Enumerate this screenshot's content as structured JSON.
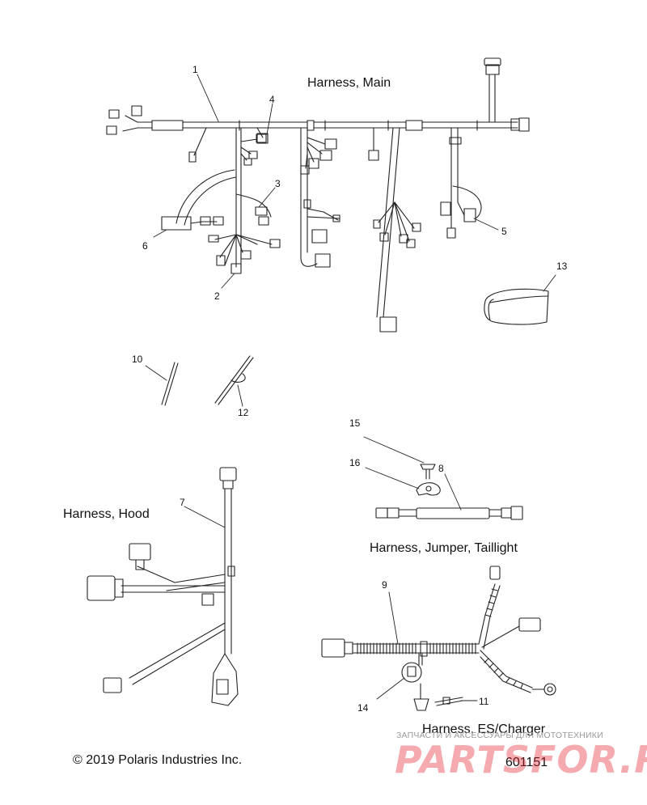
{
  "diagram": {
    "sections": {
      "main": "Harness, Main",
      "hood": "Harness, Hood",
      "jumper": "Harness, Jumper, Taillight",
      "charger": "Harness, ES/Charger"
    },
    "callouts": {
      "c1": "1",
      "c2": "2",
      "c3": "3",
      "c4": "4",
      "c5": "5",
      "c6": "6",
      "c7": "7",
      "c8": "8",
      "c9": "9",
      "c10": "10",
      "c11": "11",
      "c12": "12",
      "c13": "13",
      "c14": "14",
      "c15": "15",
      "c16": "16"
    },
    "copyright": "© 2019 Polaris Industries Inc.",
    "drawing_number": "601151"
  },
  "watermark": {
    "caption": "ЗАПЧАСТИ И АКСЕССУАРЫ ДЛЯ МОТОТЕХНИКИ",
    "logo_text": "PARTSFOR.RU"
  }
}
